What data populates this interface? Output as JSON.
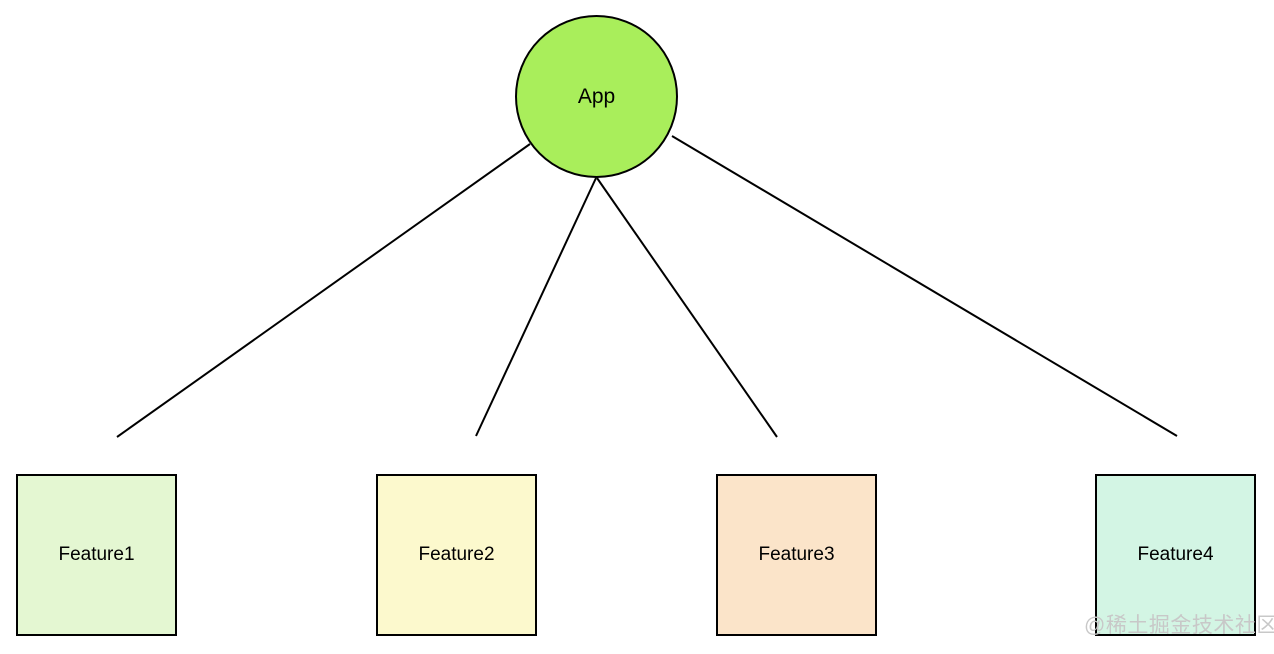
{
  "diagram": {
    "background": "#ffffff",
    "border_color": "#000000",
    "edge_color": "#000000",
    "root_node": {
      "label": "App",
      "shape": "circle",
      "fill": "#a9ee5b"
    },
    "feature_nodes": [
      {
        "label": "Feature1",
        "shape": "rect",
        "fill": "#e4f7d2"
      },
      {
        "label": "Feature2",
        "shape": "rect",
        "fill": "#fcf9cd"
      },
      {
        "label": "Feature3",
        "shape": "rect",
        "fill": "#fbe4c9"
      },
      {
        "label": "Feature4",
        "shape": "rect",
        "fill": "#d3f5e4"
      }
    ],
    "edges": [
      {
        "from": "App",
        "to": "Feature1"
      },
      {
        "from": "App",
        "to": "Feature2"
      },
      {
        "from": "App",
        "to": "Feature3"
      },
      {
        "from": "App",
        "to": "Feature4"
      }
    ]
  },
  "watermark": {
    "text": "@稀土掘金技术社区",
    "color": "#c8c8c8"
  }
}
